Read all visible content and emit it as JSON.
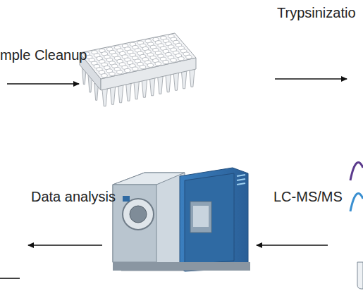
{
  "diagram": {
    "labels": [
      "mple Cleanup",
      "Trypsinizatio",
      "Data analysis",
      "LC-MS/MS"
    ]
  }
}
